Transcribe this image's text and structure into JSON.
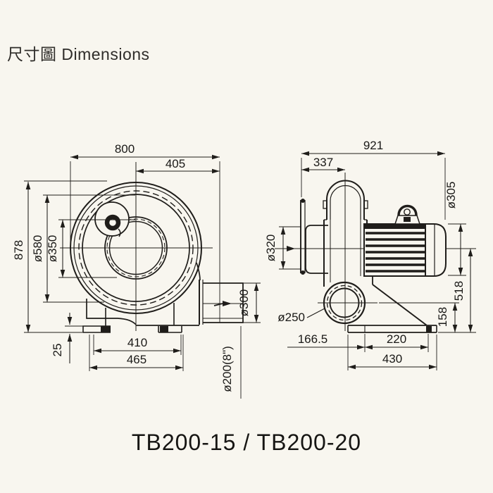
{
  "title": "尺寸圖 Dimensions",
  "model": "TB200-15 / TB200-20",
  "colors": {
    "background": "#f8f6ef",
    "line": "#1f1d1a",
    "text": "#1a1917"
  },
  "front_view": {
    "dims": {
      "total_width": "800",
      "outlet_center_offset": "405",
      "total_height": "878",
      "casing_diameter": "ø580",
      "inlet_opening_diameter": "ø350",
      "base_plate_height": "25",
      "foot_hole_span": "410",
      "base_width": "465",
      "outlet_flange_diameter": "ø300",
      "outlet_bore": "ø200(8\")"
    }
  },
  "side_view": {
    "dims": {
      "total_length": "921",
      "inlet_to_casing_center": "337",
      "motor_diameter": "ø305",
      "inlet_flange_diameter": "ø320",
      "outlet_flange_diameter": "ø250",
      "outlet_center_offset": "166.5",
      "base_hole_span": "220",
      "base_length": "430",
      "outlet_center_height": "158",
      "axis_height": "518"
    }
  }
}
